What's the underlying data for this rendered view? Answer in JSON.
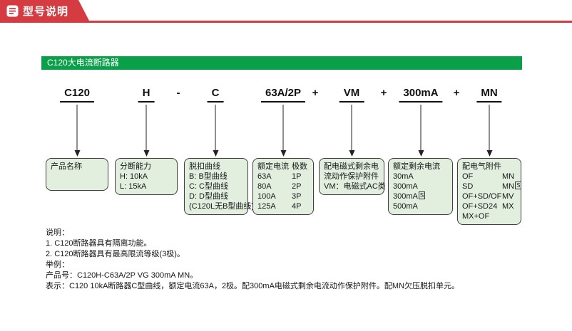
{
  "header": {
    "title": "型号说明",
    "accent_color": "#d43c41"
  },
  "section": {
    "title": "C120大电流断路器",
    "bar_color": "#0a9f49"
  },
  "diagram": {
    "box_fill": "#e2efdf",
    "codes": [
      {
        "t": "C120"
      },
      {
        "t": "H"
      },
      {
        "t": "-"
      },
      {
        "t": "C"
      },
      {
        "t": "63A/2P"
      },
      {
        "t": "+"
      },
      {
        "t": "VM"
      },
      {
        "t": "+"
      },
      {
        "t": "300mA"
      },
      {
        "t": "+"
      },
      {
        "t": "MN"
      }
    ],
    "boxes": [
      {
        "title": "产品名称"
      },
      {
        "title": "分断能力",
        "lines": [
          "H: 10kA",
          "L: 15kA"
        ]
      },
      {
        "title": "脱扣曲线",
        "lines": [
          "B: B型曲线",
          "C: C型曲线",
          "D: D型曲线",
          "(C120L无B型曲线)"
        ]
      },
      {
        "col1": [
          "额定电流",
          "63A",
          "80A",
          "100A",
          "125A"
        ],
        "col2": [
          "极数",
          "1P",
          "2P",
          "3P",
          "4P"
        ]
      },
      {
        "text": "配电磁式剩余电流动作保护附件",
        "line2": "VM：电磁式AC类"
      },
      {
        "title": "额定剩余电流",
        "items": [
          {
            "t": "30mA"
          },
          {
            "t": "300mA"
          },
          {
            "t": "300mA",
            "badge": "S"
          },
          {
            "t": "500mA"
          }
        ]
      },
      {
        "title": "配电气附件",
        "left": [
          {
            "t": "OF"
          },
          {
            "t": "SD"
          },
          {
            "t": "OF+SD/OF"
          },
          {
            "t": "OF+SD24"
          },
          {
            "t": "MX+OF"
          }
        ],
        "right": [
          {
            "t": "MN"
          },
          {
            "t": "MN",
            "badge": "S"
          },
          {
            "t": "MV"
          },
          {
            "t": "MX"
          }
        ]
      }
    ]
  },
  "notes": {
    "heading": "说明：",
    "item1": "1. C120断路器具有隔离功能。",
    "item2": "2. C120断路器具有最高限流等级(3极)。",
    "example_heading": "举例：",
    "example_line1": "产品号：C120H-C63A/2P VG 300mA MN。",
    "example_line2": "表示：C120 10kA断路器C型曲线，额定电流63A，2极。配300mA电磁式剩余电流动作保护附件。配MN欠压脱扣单元。"
  }
}
